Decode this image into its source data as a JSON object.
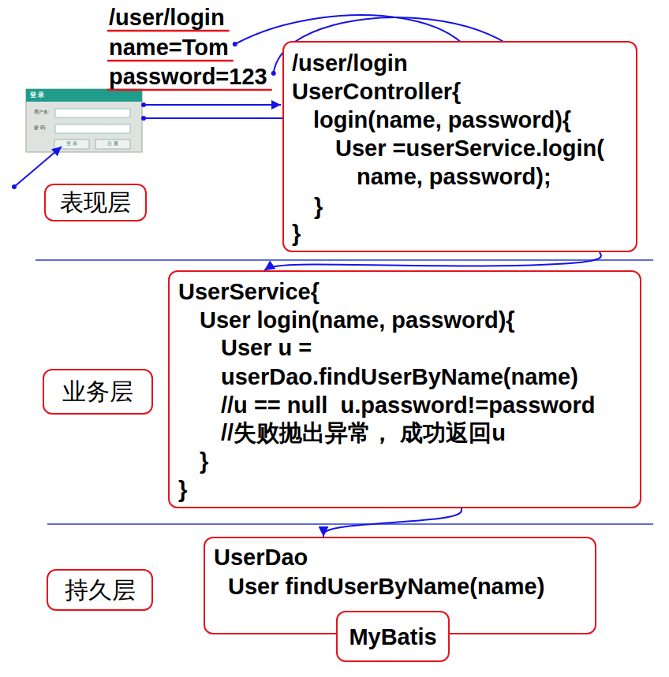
{
  "diagram": {
    "nodes": [
      {
        "text": [
          "表现层"
        ]
      },
      {
        "text": [
          "/user/login",
          "UserController{",
          "login(name, password){",
          "User =userService.login(",
          "name, password);",
          "}",
          "}"
        ]
      },
      {
        "text": [
          "业务层"
        ]
      },
      {
        "text": [
          "UserService{",
          "User login(name, password){",
          "User u =",
          "userDao.findUserByName(name)",
          "//u == null  u.password!=password",
          "//失败抛出异常， 成功返回u",
          "}",
          "}"
        ]
      },
      {
        "text": [
          "持久层"
        ]
      },
      {
        "text": [
          "UserDao",
          "User findUserByName(name)"
        ]
      },
      {
        "text": [
          "MyBatis"
        ]
      }
    ],
    "edges": [
      {
        "from": 1,
        "to": 3,
        "arrow": "to"
      },
      {
        "from": 3,
        "to": 5,
        "arrow": "to"
      }
    ],
    "labels": [
      "/user/login",
      "name=Tom",
      "password=123",
      "登 录",
      "用户名:",
      "密 码:",
      "登 录",
      "注 册"
    ]
  }
}
